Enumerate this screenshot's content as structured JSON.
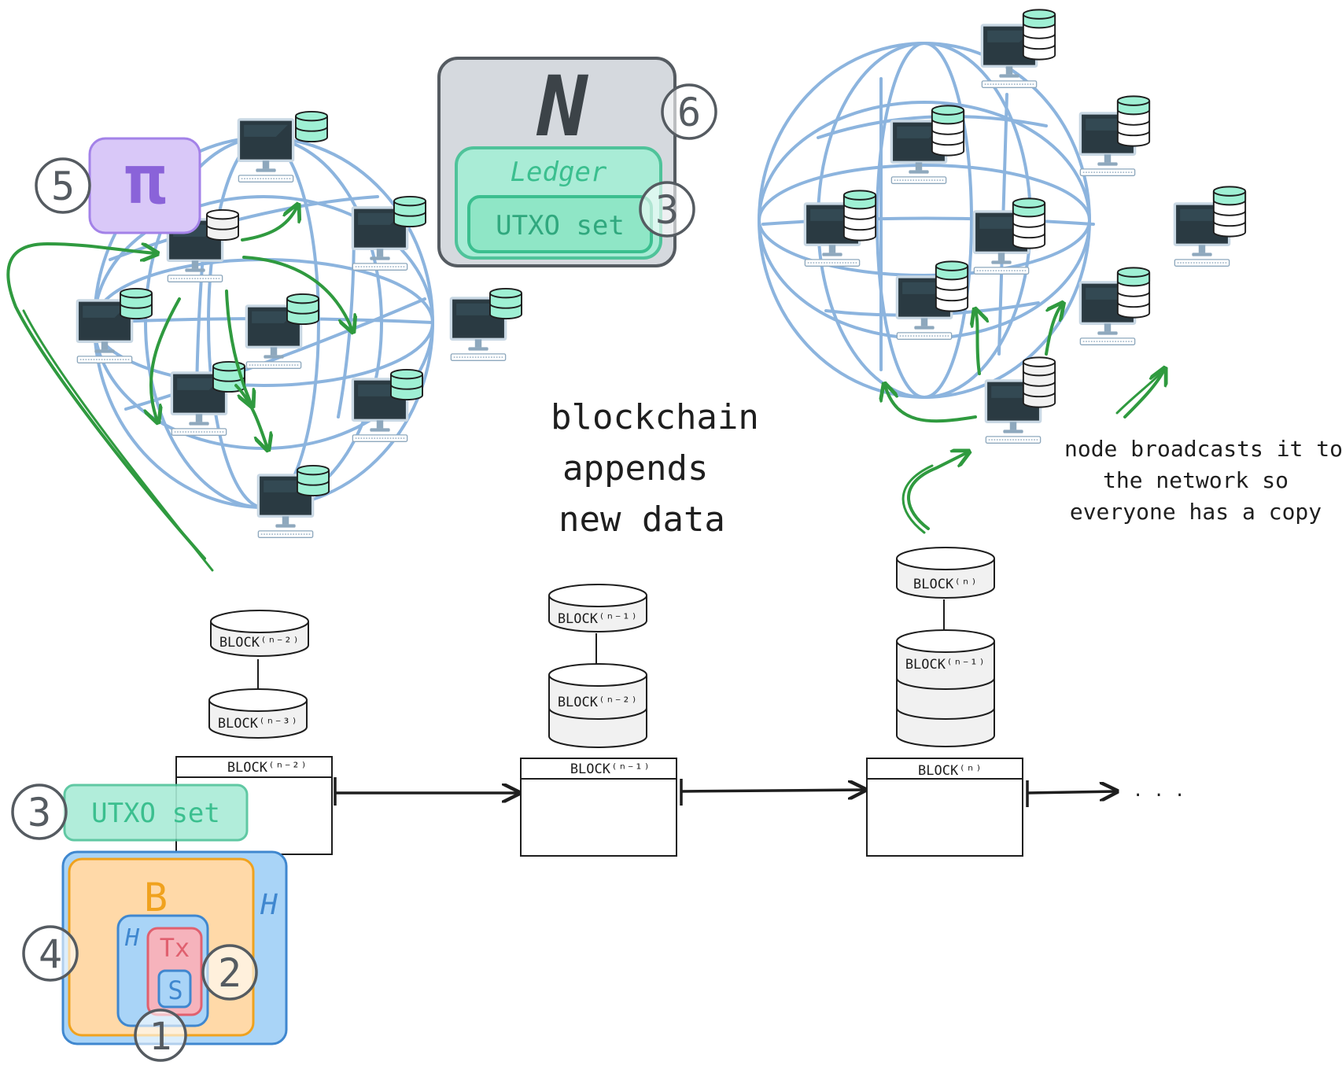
{
  "colors": {
    "net_line": "#8cb4de",
    "arrow_green": "#2f9a3f",
    "teal_fill": "#9ff0d4",
    "teal_stroke": "#3bbf8f",
    "purple_fill": "#d9c8f8",
    "purple_stroke": "#a382e8",
    "gray_box": "#d5d9de",
    "orange_fill": "#ffd9a8",
    "orange_stroke": "#f0a21e",
    "blue_fill": "#a9d4f7",
    "blue_stroke": "#3f87cf",
    "red_fill": "#f6b3bc",
    "red_stroke": "#e0606f",
    "ink": "#1e1e1e"
  },
  "icons": [
    "computer-icon",
    "database-icon",
    "arrow-icon"
  ],
  "labels": {
    "N": "N",
    "ledger": "Ledger",
    "utxo_set": "UTXO set",
    "pi": "π",
    "B": "B",
    "H": "H",
    "Tx": "Tx",
    "S": "S",
    "center_line1": "blockchain",
    "center_line2": "appends",
    "center_line3": "new data",
    "broadcast_line1": "node broadcasts it to",
    "broadcast_line2": "the network so",
    "broadcast_line3": "everyone has a copy",
    "ellipsis": ". . ."
  },
  "markers": [
    "1",
    "2",
    "3",
    "4",
    "5",
    "6"
  ],
  "blocks": {
    "b_n2": "BLOCK⁽ⁿ⁻²⁾",
    "b_n3": "BLOCK⁽ⁿ⁻³⁾",
    "b_n1": "BLOCK⁽ⁿ⁻¹⁾",
    "b_n": "BLOCK⁽ⁿ⁾"
  }
}
